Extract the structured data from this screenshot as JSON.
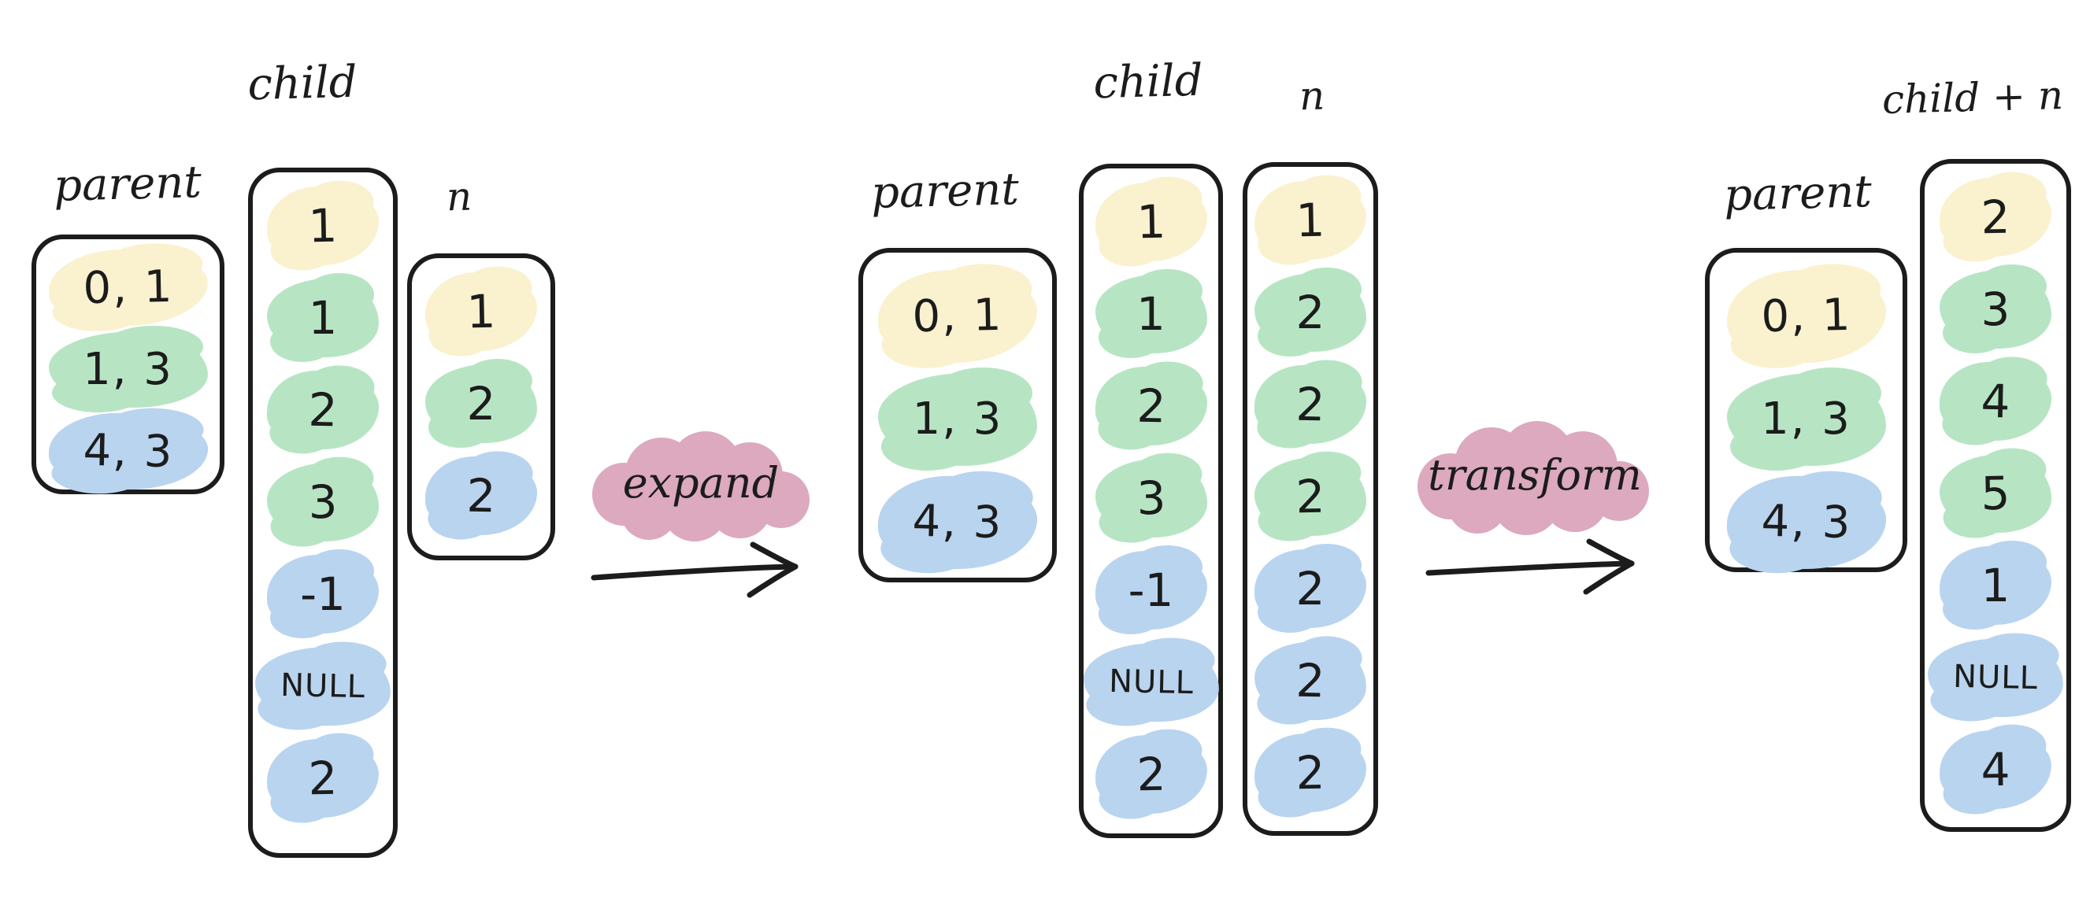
{
  "colors": {
    "yellow": "#FAF1CE",
    "green": "#B7E5C3",
    "blue": "#B9D4EF",
    "pink": "#DCA9BE",
    "ink": "#1C1C1C",
    "paper": "#FFFFFF"
  },
  "steps": [
    {
      "label": "expand"
    },
    {
      "label": "transform"
    }
  ],
  "stages": [
    {
      "parent_label": "parent",
      "parent_cells": [
        {
          "text": "0, 1",
          "color": "yellow"
        },
        {
          "text": "1, 3",
          "color": "green"
        },
        {
          "text": "4, 3",
          "color": "blue"
        }
      ],
      "columns": [
        {
          "label": "child",
          "cells": [
            {
              "text": "1",
              "color": "yellow"
            },
            {
              "text": "1",
              "color": "green"
            },
            {
              "text": "2",
              "color": "green"
            },
            {
              "text": "3",
              "color": "green"
            },
            {
              "text": "-1",
              "color": "blue"
            },
            {
              "text": "NULL",
              "color": "blue"
            },
            {
              "text": "2",
              "color": "blue"
            }
          ]
        },
        {
          "label": "n",
          "cells": [
            {
              "text": "1",
              "color": "yellow"
            },
            {
              "text": "2",
              "color": "green"
            },
            {
              "text": "2",
              "color": "blue"
            }
          ]
        }
      ]
    },
    {
      "parent_label": "parent",
      "parent_cells": [
        {
          "text": "0, 1",
          "color": "yellow"
        },
        {
          "text": "1, 3",
          "color": "green"
        },
        {
          "text": "4, 3",
          "color": "blue"
        }
      ],
      "columns": [
        {
          "label": "child",
          "cells": [
            {
              "text": "1",
              "color": "yellow"
            },
            {
              "text": "1",
              "color": "green"
            },
            {
              "text": "2",
              "color": "green"
            },
            {
              "text": "3",
              "color": "green"
            },
            {
              "text": "-1",
              "color": "blue"
            },
            {
              "text": "NULL",
              "color": "blue"
            },
            {
              "text": "2",
              "color": "blue"
            }
          ]
        },
        {
          "label": "n",
          "cells": [
            {
              "text": "1",
              "color": "yellow"
            },
            {
              "text": "2",
              "color": "green"
            },
            {
              "text": "2",
              "color": "green"
            },
            {
              "text": "2",
              "color": "green"
            },
            {
              "text": "2",
              "color": "blue"
            },
            {
              "text": "2",
              "color": "blue"
            },
            {
              "text": "2",
              "color": "blue"
            }
          ]
        }
      ]
    },
    {
      "parent_label": "parent",
      "parent_cells": [
        {
          "text": "0, 1",
          "color": "yellow"
        },
        {
          "text": "1, 3",
          "color": "green"
        },
        {
          "text": "4, 3",
          "color": "blue"
        }
      ],
      "columns": [
        {
          "label": "child + n",
          "cells": [
            {
              "text": "2",
              "color": "yellow"
            },
            {
              "text": "3",
              "color": "green"
            },
            {
              "text": "4",
              "color": "green"
            },
            {
              "text": "5",
              "color": "green"
            },
            {
              "text": "1",
              "color": "blue"
            },
            {
              "text": "NULL",
              "color": "blue"
            },
            {
              "text": "4",
              "color": "blue"
            }
          ]
        }
      ]
    }
  ]
}
